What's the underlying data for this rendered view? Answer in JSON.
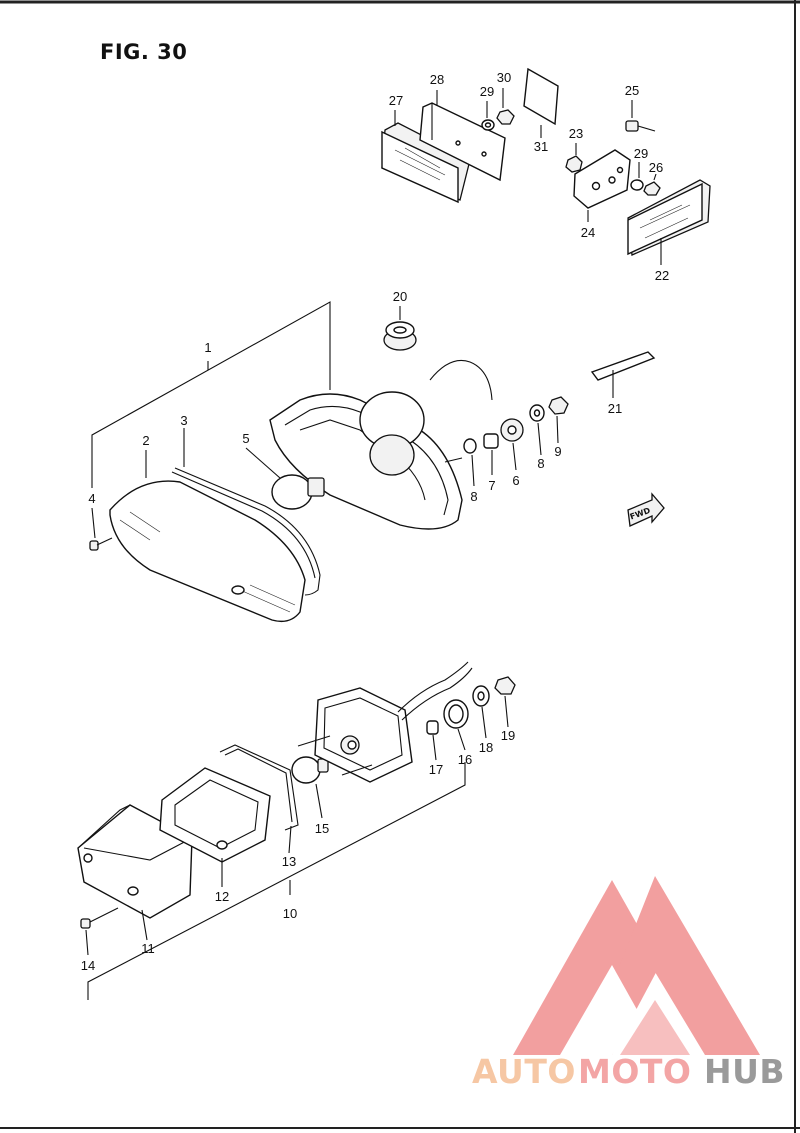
{
  "figure": {
    "title": "FIG. 30"
  },
  "callouts": {
    "c1": "1",
    "c2": "2",
    "c3": "3",
    "c4": "4",
    "c5": "5",
    "c6": "6",
    "c7": "7",
    "c8a": "8",
    "c8b": "8",
    "c9": "9",
    "c10": "10",
    "c11": "11",
    "c12": "12",
    "c13": "13",
    "c14": "14",
    "c15": "15",
    "c16": "16",
    "c17": "17",
    "c18": "18",
    "c19": "19",
    "c20": "20",
    "c21": "21",
    "c22": "22",
    "c23": "23",
    "c24": "24",
    "c25": "25",
    "c26": "26",
    "c27": "27",
    "c28": "28",
    "c29a": "29",
    "c29b": "29",
    "c30": "30",
    "c31": "31"
  },
  "fwd_badge": "FWD",
  "watermark": {
    "word_1": "AUTO",
    "word_2": "MOTO",
    "word_3": "HUB",
    "color_auto": "#f6c7a4",
    "color_moto": "#f3a5a5",
    "color_hub": "#9a9a9a",
    "logo_color": "#f29a9a"
  }
}
